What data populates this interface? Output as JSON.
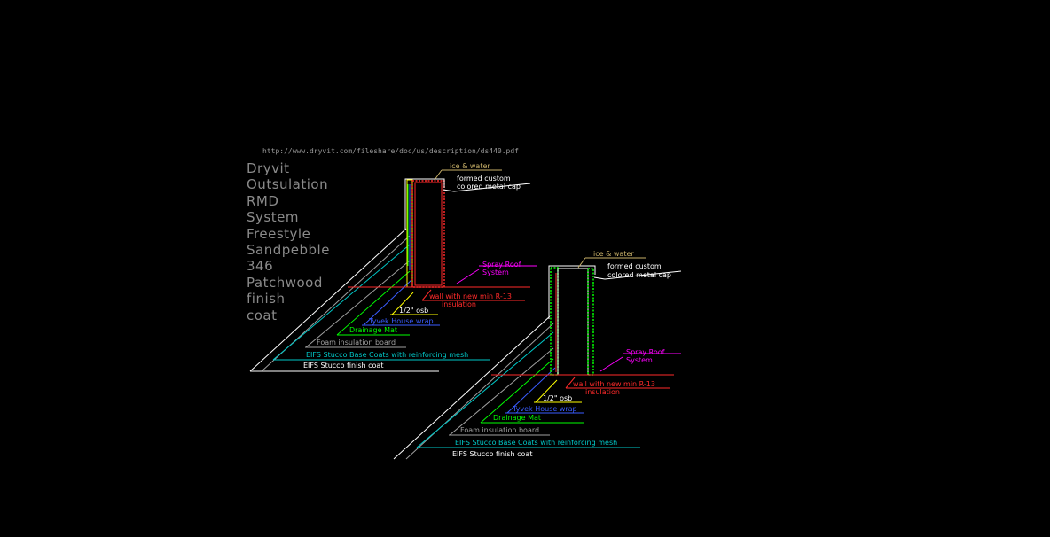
{
  "drawing": {
    "url": "http://www.dryvit.com/fileshare/doc/us/description/ds440.pdf",
    "title_lines": [
      "Dryvit",
      "Outsulation",
      "RMD",
      "System",
      "Freestyle",
      "Sandpebble",
      "346",
      "Patchwood",
      "finish",
      "coat"
    ]
  },
  "colors": {
    "background": "#000000",
    "title": "#8a8a8a",
    "url": "#9a9a9a",
    "tan": "#c8b068",
    "white": "#ffffff",
    "magenta": "#ff00ff",
    "red": "#ff2a2a",
    "yellow": "#ffff00",
    "blue": "#3a5cff",
    "green": "#00ff00",
    "gray": "#a0a0a0",
    "cyan": "#00c8c8"
  },
  "detail_left": {
    "label_ice": "ice & water",
    "label_cap_1": "formed custom",
    "label_cap_2": "colored metal cap",
    "label_spray_1": "Spray Roof",
    "label_spray_2": "System",
    "label_wall_1": "wall with new min R-13",
    "label_wall_2": "insulation",
    "label_osb": "1/2\" osb",
    "label_tyvek": "Tyvek House wrap",
    "label_drainage": "Drainage Mat",
    "label_foam": "Foam insulation board",
    "label_base": "EIFS Stucco Base Coats with reinforcing mesh",
    "label_finish": "EIFS Stucco finish coat"
  },
  "detail_right": {
    "label_ice": "ice & water",
    "label_cap_1": "formed custom",
    "label_cap_2": "colored metal cap",
    "label_spray_1": "Spray Roof",
    "label_spray_2": "System",
    "label_wall_1": "wall with new min R-13",
    "label_wall_2": "insulation",
    "label_osb": "1/2\" osb",
    "label_tyvek": "Tyvek House wrap",
    "label_drainage": "Drainage Mat",
    "label_foam": "Foam insulation board",
    "label_base": "EIFS Stucco Base Coats with reinforcing mesh",
    "label_finish": "EIFS Stucco finish coat"
  }
}
